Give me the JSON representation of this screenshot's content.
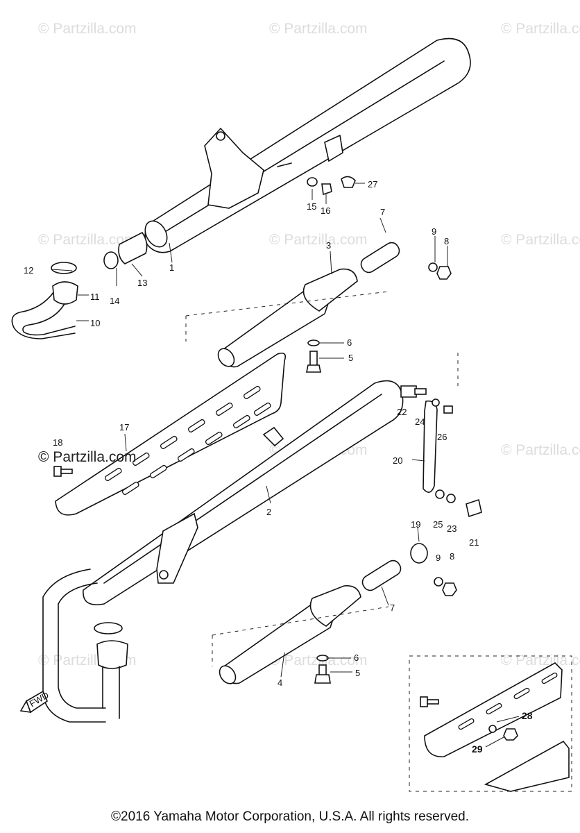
{
  "watermark": {
    "text": "© Partzilla.com",
    "dark_text": "© Partzilla.com"
  },
  "callouts": {
    "c1": "1",
    "c2": "2",
    "c3": "3",
    "c4": "4",
    "c5": "5",
    "c6": "6",
    "c7": "7",
    "c8": "8",
    "c9": "9",
    "c10": "10",
    "c11": "11",
    "c12": "12",
    "c13": "13",
    "c14": "14",
    "c15": "15",
    "c16": "16",
    "c17": "17",
    "c18": "18",
    "c19": "19",
    "c20": "20",
    "c21": "21",
    "c22": "22",
    "c23": "23",
    "c24": "24",
    "c25": "25",
    "c26": "26",
    "c27": "27",
    "c28": "28",
    "c29": "29"
  },
  "fwd_label": "FWD",
  "copyright": "©2016 Yamaha Motor Corporation, U.S.A. All rights reserved."
}
